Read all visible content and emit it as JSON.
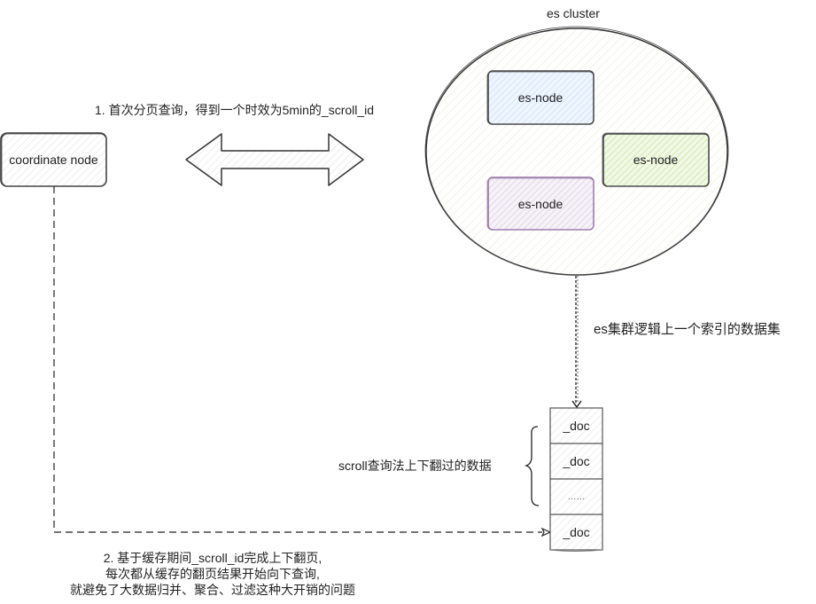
{
  "cluster": {
    "title": "es cluster",
    "fill": "#fbfcf5",
    "nodes": [
      {
        "label": "es-node",
        "fill": "#dae8fc",
        "stroke": "#444444"
      },
      {
        "label": "es-node",
        "fill": "#d5e8b4",
        "stroke": "#444444"
      },
      {
        "label": "es-node",
        "fill": "#e1d5e7",
        "stroke": "#9673a6"
      }
    ]
  },
  "coordinate_node": {
    "label": "coordinate node"
  },
  "step1": {
    "label": "1. 首次分页查询，得到一个时效为5min的_scroll_id"
  },
  "index_label": "es集群逻辑上一个索引的数据集",
  "brace_label": "scroll查询法上下翻过的数据",
  "docs": [
    {
      "label": "_doc"
    },
    {
      "label": "_doc"
    },
    {
      "label": "……"
    },
    {
      "label": "_doc"
    }
  ],
  "step2": {
    "lines": [
      "2. 基于缓存期间_scroll_id完成上下翻页,",
      "每次都从缓存的翻页结果开始向下查询,",
      "就避免了大数据归并、聚合、过滤这种大开销的问题"
    ]
  }
}
